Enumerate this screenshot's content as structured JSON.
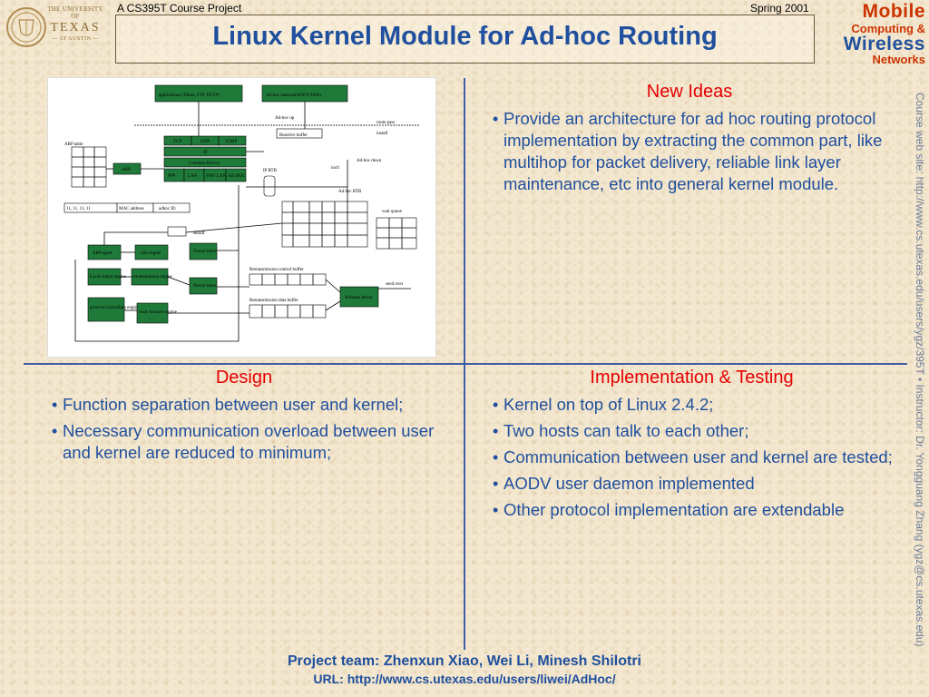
{
  "header": {
    "course_label": "A CS395T Course Project",
    "term_label": "Spring 2001",
    "title": "Linux Kernel Module for Ad-hoc Routing",
    "ut_logo": {
      "line1": "THE UNIVERSITY OF",
      "line2": "TEXAS",
      "line3": "— AT AUSTIN —"
    },
    "mcw_logo": {
      "line1": "Mobile",
      "line2": "Computing &",
      "line3": "Wireless",
      "line4": "Networks"
    }
  },
  "diagram": {
    "labels": {
      "applications": "applications (Telnet, FTP, HTTP)",
      "adhoc_daemon": "Ad-hoc daemon(AODV/DSR)",
      "adhoc_up": "Ad-hoc up",
      "route_pass": "route pass",
      "install": "install",
      "reactive_buffer": "Reactive buffer",
      "tcp": "TCP",
      "udp": "UDP",
      "icmp": "ICMP",
      "ip": "IP",
      "common_device": "Common Device",
      "ppp": "PPP",
      "lan": "LAN",
      "wavelan": "WAV LAN",
      "adhoc_dev": "AD HOC",
      "ad_hoc_down": "Ad-hoc down",
      "ioctl": "ioctl",
      "ip_rtb": "IP RTB",
      "ad_hoc_rtb": "Ad hoc RTB",
      "arp_table": "ARP table",
      "arp": "ARP",
      "mac_addr_row": "11, 11, 11, 11",
      "mac_address": "MAC address",
      "adhoc_id": "adhoc ID",
      "wait_queue": "wait queue",
      "skbuff": "skbuff",
      "arp_agent": "ARP agent",
      "rule_engine": "rule engine",
      "neural_timer_1": "Neural timer",
      "local_output_engine": "Local output engine",
      "retransmission_engine": "retransmission engine",
      "neural_timer_2": "Neural timer",
      "protocol_controlling_engine": "protocol controlling engine",
      "route_forward_engine": "route forward engine",
      "retx_control_buffer": "Retransmission control buffer",
      "retx_data_buffer": "Retransmission data buffer",
      "wireless_driver": "Wireless driver",
      "send_over": "send over"
    }
  },
  "new_ideas": {
    "title": "New Ideas",
    "bullets": [
      "Provide an architecture for ad hoc routing protocol implementation by extracting  the common part, like multihop for packet delivery,  reliable link layer maintenance, etc into general kernel module."
    ]
  },
  "design": {
    "title": "Design",
    "bullets": [
      "Function separation between user and kernel;",
      "Necessary communication overload between user and kernel are reduced to minimum;"
    ]
  },
  "implementation": {
    "title": "Implementation & Testing",
    "bullets": [
      "Kernel on top of Linux 2.4.2;",
      "Two hosts can talk to each other;",
      "Communication between user and kernel are tested;",
      "AODV user daemon implemented",
      "Other protocol implementation are extendable"
    ]
  },
  "footer": {
    "team": "Project team: Zhenxun Xiao, Wei Li, Minesh Shilotri",
    "url": "URL: http://www.cs.utexas.edu/users/liwei/AdHoc/"
  },
  "side_text": "Course web site: http://www.cs.utexas.edu/users/ygz/395T • Instructor: Dr. Yongguang Zhang (ygz@cs.utexas.edu)"
}
